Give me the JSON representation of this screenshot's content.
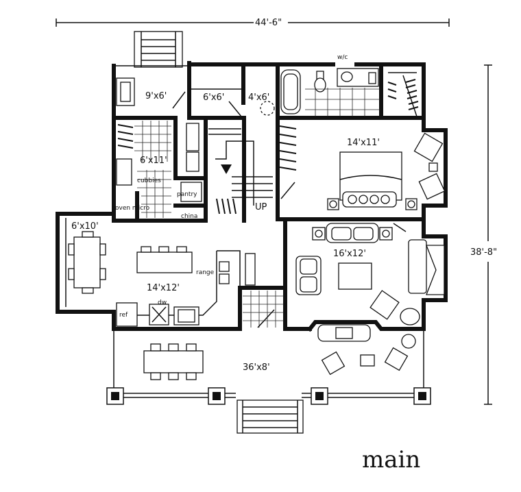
{
  "dimensions": {
    "width": "44'-6\"",
    "depth": "38'-8\""
  },
  "rooms": {
    "mudroom": "9'x6'",
    "closet_6x6": "6'x6'",
    "closet_4x6": "4'x6'",
    "laundry": "6'x11'",
    "bedroom": "14'x11'",
    "breakfast": "6'x10'",
    "kitchen": "14'x12'",
    "living": "16'x12'",
    "porch": "36'x8'"
  },
  "fixtures": {
    "wc": "w/c",
    "stair_up": "UP",
    "cubbies": "cubbies",
    "pantry": "pantry",
    "oven_micro": "oven micro",
    "china": "china",
    "range": "range",
    "dw": "dw",
    "ref": "ref"
  },
  "signature": "main"
}
